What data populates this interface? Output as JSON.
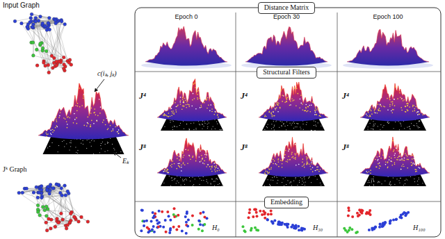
{
  "diagram": {
    "nodes": [
      {
        "text": [
          "Distance Matrix"
        ]
      },
      {
        "text": [
          "Structural Filters"
        ]
      },
      {
        "text": [
          "Embedding"
        ]
      }
    ],
    "labels": [
      "Input Graph",
      "c(iₖ, jₖ)",
      "Eₖ",
      "Jᵏ Graph",
      "Epoch 0",
      "Epoch 30",
      "Epoch 100",
      "J⁴",
      "J⁸",
      "J⁴",
      "J⁸",
      "J⁴",
      "J⁸",
      "H₀",
      "H₃₀",
      "H₁₀₀"
    ]
  }
}
